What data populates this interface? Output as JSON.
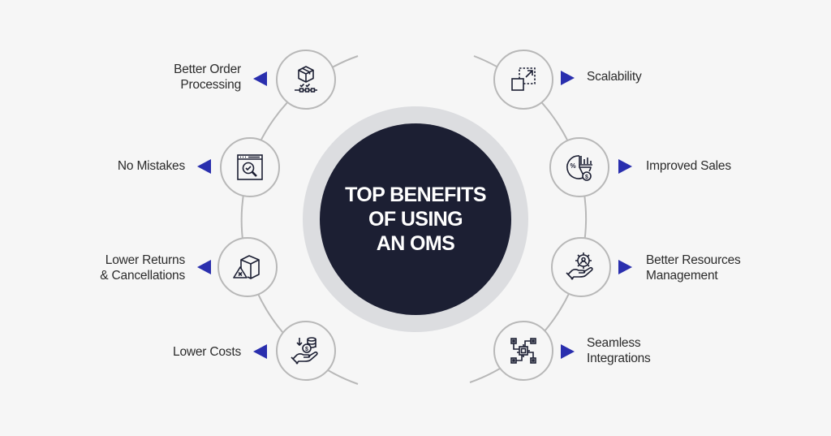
{
  "center": {
    "title_lines": [
      "TOP BENEFITS",
      "OF USING",
      "AN OMS"
    ],
    "ring_color": "#dcdde0",
    "core_color": "#1c1f33"
  },
  "accent_color": "#2a2fae",
  "benefits_left": [
    {
      "lines": [
        "Better Order",
        "Processing"
      ],
      "icon": "package-conveyor-icon"
    },
    {
      "lines": [
        "No Mistakes"
      ],
      "icon": "browser-search-check-icon"
    },
    {
      "lines": [
        "Lower Returns",
        "& Cancellations"
      ],
      "icon": "box-cancel-icon"
    },
    {
      "lines": [
        "Lower Costs"
      ],
      "icon": "hand-coins-icon"
    }
  ],
  "benefits_right": [
    {
      "lines": [
        "Scalability"
      ],
      "icon": "scale-up-icon"
    },
    {
      "lines": [
        "Improved Sales"
      ],
      "icon": "sales-chart-icon"
    },
    {
      "lines": [
        "Better Resources",
        "Management"
      ],
      "icon": "hand-gear-icon"
    },
    {
      "lines": [
        "Seamless",
        "Integrations"
      ],
      "icon": "circuit-integration-icon"
    }
  ]
}
